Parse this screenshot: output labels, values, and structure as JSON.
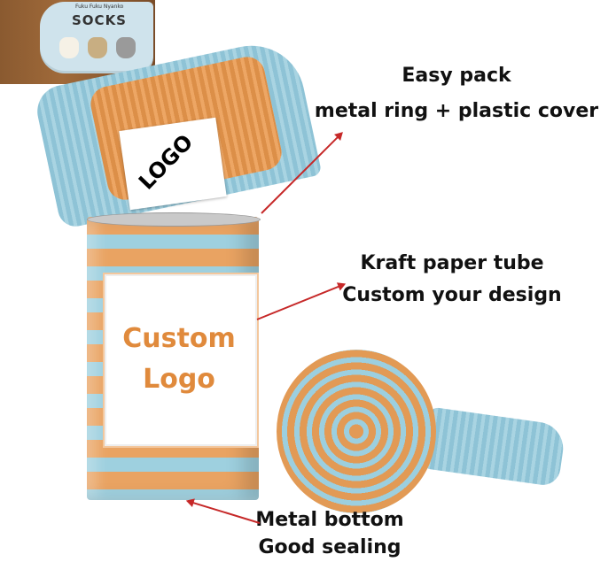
{
  "inset": {
    "brand_small": "Fuku Fuku Nyanko",
    "brand_big": "SOCKS"
  },
  "product": {
    "tag_text": "LOGO",
    "can_label": [
      "Custom",
      "Logo"
    ]
  },
  "callouts": [
    {
      "lines": [
        "Easy pack",
        "metal ring + plastic cover"
      ]
    },
    {
      "lines": [
        "Kraft paper tube",
        "Custom your design"
      ]
    },
    {
      "lines": [
        "Metal bottom",
        "Good sealing"
      ]
    }
  ],
  "colors": {
    "orange": "#e08a3c",
    "blue": "#9ed0df",
    "arrow": "#c62828"
  }
}
